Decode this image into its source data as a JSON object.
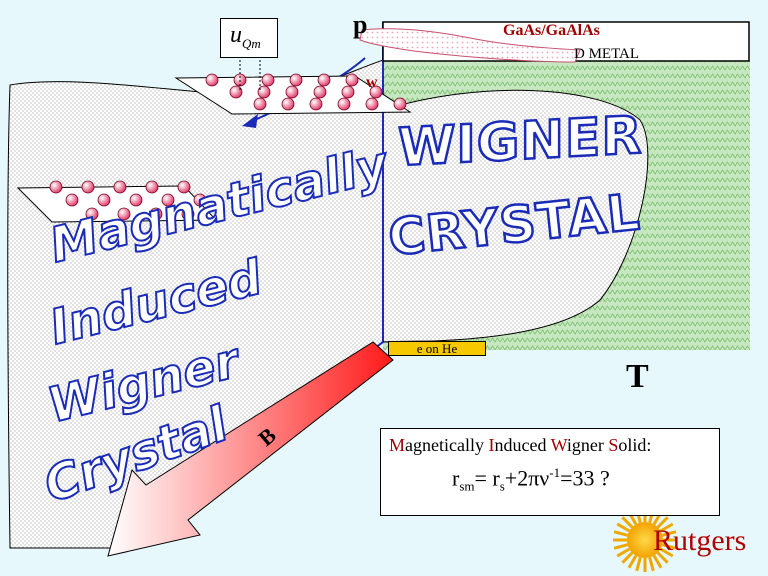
{
  "top": {
    "axis_p_label": "p",
    "u_label": "u",
    "u_subscript": "Qm",
    "gaas_label": "GaAs/GaAlAs",
    "metal_label": "D METAL",
    "w_label": "w"
  },
  "regions": {
    "wigner_line1": "WIGNER",
    "wigner_line2": "CRYSTAL",
    "e_on_he": "e on He",
    "magnetic_lines": [
      "Magnatically",
      "Induced",
      "Wigner",
      "Crystal"
    ]
  },
  "axes": {
    "t_label": "T",
    "b_label": "B"
  },
  "solid_box": {
    "words": [
      {
        "first": "M",
        "rest": "agnetically "
      },
      {
        "first": "I",
        "rest": "nduced "
      },
      {
        "first": "W",
        "rest": "igner "
      },
      {
        "first": "S",
        "rest": "olid:"
      }
    ],
    "r": "r",
    "r_sub": "sm",
    "eq_part1": "= r",
    "eq_sub_s": "s",
    "eq_part2": "+2πν",
    "eq_sup": "-1",
    "eq_part3": "=33 ?"
  },
  "logo": {
    "text": "Rutgers"
  },
  "colors": {
    "accent_red": "#a00000",
    "green_region": "#c8e6c0",
    "axis_blue": "#1a2bb8",
    "tag_yellow": "#f5c800"
  }
}
